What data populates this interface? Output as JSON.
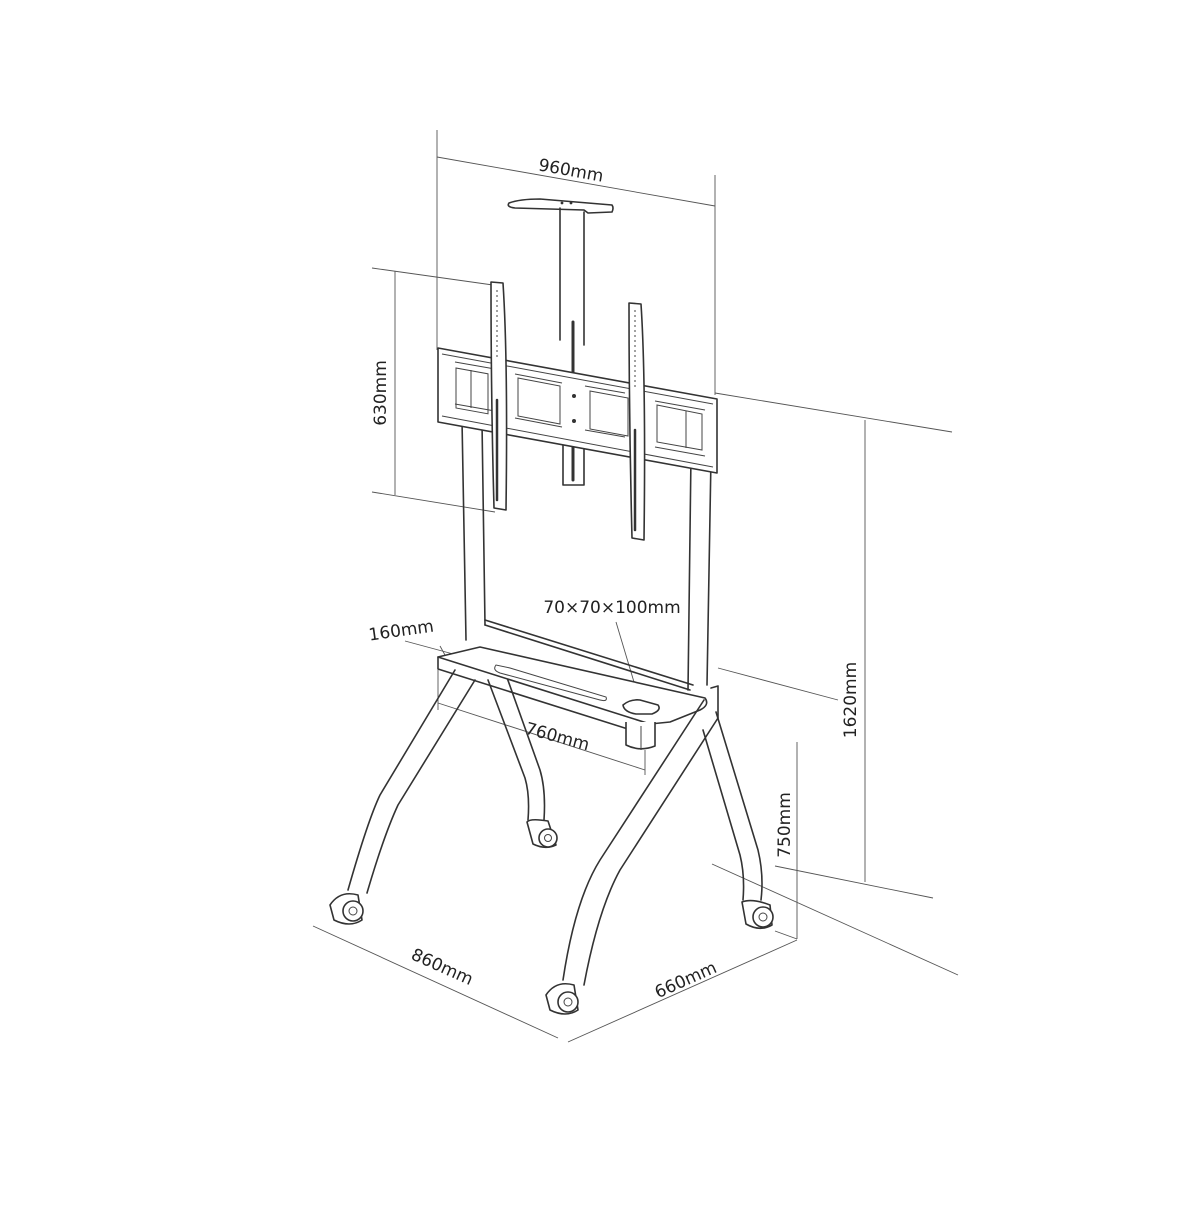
{
  "diagram": {
    "title": "Mobile TV stand dimension drawing",
    "colors": {
      "background": "#ffffff",
      "line": "#333333",
      "text": "#222222"
    },
    "dimensions": {
      "overall_width": "960mm",
      "bracket_height": "630mm",
      "shelf_depth": "160mm",
      "shelf_width": "760mm",
      "box_size": "70×70×100mm",
      "overall_height": "1620mm",
      "shelf_height": "750mm",
      "base_width": "860mm",
      "base_depth": "660mm"
    },
    "components": [
      "camera-shelf",
      "center-column",
      "vesa-mount-bracket",
      "upright-posts",
      "tray-shelf",
      "accessory-box",
      "legs",
      "caster-wheels"
    ]
  }
}
